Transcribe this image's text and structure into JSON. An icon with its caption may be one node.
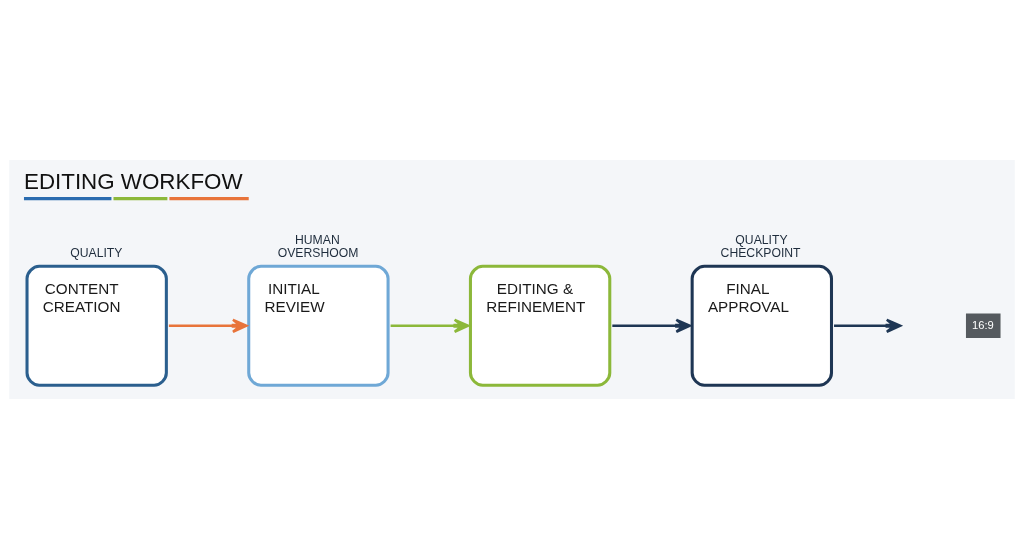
{
  "diagram": {
    "title": "EDITING WORKFOW",
    "nodes": [
      {
        "text": [
          "CONTENT CREATION"
        ],
        "beside": [
          "QUALITY"
        ]
      },
      {
        "text": [
          "INITIAL REVIEW"
        ],
        "beside": [
          "HUMAN OVERSHOOM"
        ]
      },
      {
        "text": [
          "EDITING & REFINEMENT"
        ]
      },
      {
        "text": [
          "FINAL APPROVAL"
        ],
        "beside": [
          "QUALITY CHECKPOINT"
        ]
      }
    ],
    "edges": [
      {
        "from": 0,
        "to": 1,
        "arrow": "to",
        "color": "#e8743b"
      },
      {
        "from": 1,
        "to": 2,
        "arrow": "to",
        "color": "#8cb83a"
      },
      {
        "from": 2,
        "to": 3,
        "arrow": "to",
        "color": "#1e3654"
      },
      {
        "from": 3,
        "to": null,
        "arrow": "to",
        "color": "#1e3654"
      }
    ],
    "labels": [
      "16:9"
    ]
  }
}
